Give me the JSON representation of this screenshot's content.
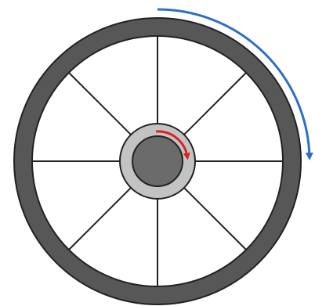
{
  "diagram": {
    "subject": "wheel-with-hub",
    "spoke_count": 8,
    "colors": {
      "tire": "#575757",
      "tire_outline": "#222222",
      "rim_face": "#ffffff",
      "spoke": "#222222",
      "hub_ring": "#c3c3c3",
      "axle": "#6b6b6b",
      "outer_rotation_arrow": "#2d6fc2",
      "hub_rotation_arrow": "#e02020"
    },
    "arrows": {
      "outer": {
        "direction": "clockwise",
        "icon": "rotation-arrow-icon"
      },
      "hub": {
        "direction": "clockwise",
        "icon": "rotation-arrow-icon"
      }
    }
  }
}
